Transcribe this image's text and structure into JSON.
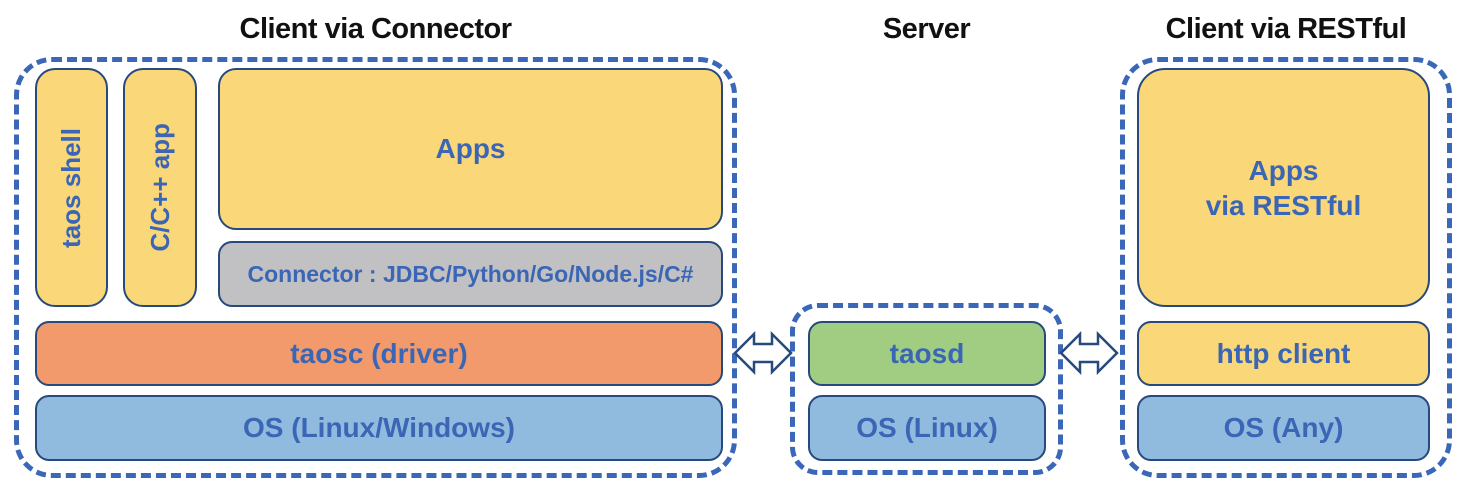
{
  "titles": {
    "left": "Client via Connector",
    "middle": "Server",
    "right": "Client via RESTful"
  },
  "client_connector": {
    "taos_shell": "taos shell",
    "cpp_app": "C/C++ app",
    "apps": "Apps",
    "connector": "Connector : JDBC/Python/Go/Node.js/C#",
    "taosc": "taosc (driver)",
    "os": "OS (Linux/Windows)"
  },
  "server": {
    "taosd": "taosd",
    "os": "OS (Linux)"
  },
  "client_restful": {
    "apps_line1": "Apps",
    "apps_line2": "via RESTful",
    "http_client": "http client",
    "os": "OS (Any)"
  },
  "icons": {
    "left_link": "bidirectional-arrow-icon",
    "right_link": "bidirectional-arrow-icon"
  },
  "colors": {
    "box_yellow": "#FAD778",
    "box_gray": "#C1C1C3",
    "box_orange": "#F29A6B",
    "box_blue": "#90BBDF",
    "box_green": "#A0CD81",
    "box_border": "#274A7D",
    "dashed_border": "#3A67B7",
    "label_blue": "#3A66B5",
    "title_black": "#111111"
  }
}
